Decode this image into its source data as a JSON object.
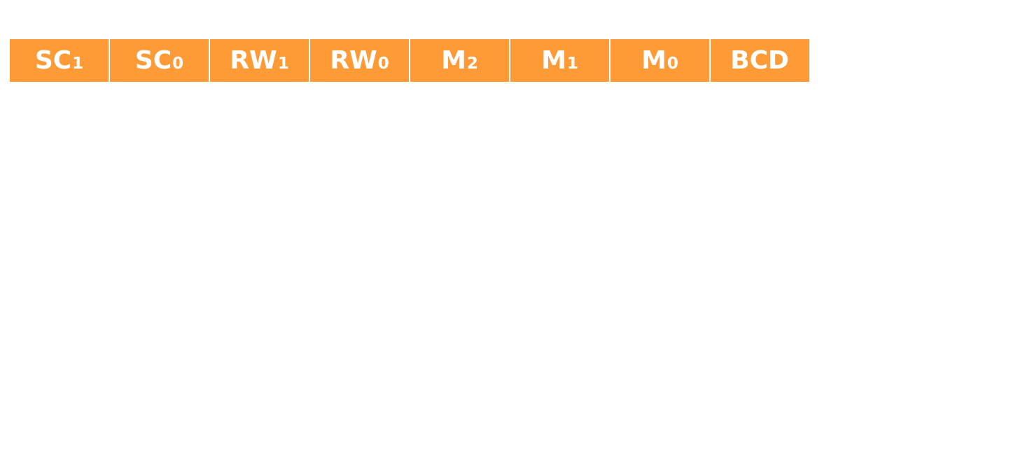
{
  "register": {
    "cell_color": "#FF9B37",
    "text_color": "#FFFFFF",
    "fields": [
      {
        "main": "SC",
        "sub": "1"
      },
      {
        "main": "SC",
        "sub": "0"
      },
      {
        "main": "RW",
        "sub": "1"
      },
      {
        "main": "RW",
        "sub": "0"
      },
      {
        "main": "M",
        "sub": "2"
      },
      {
        "main": "M",
        "sub": "1"
      },
      {
        "main": "M",
        "sub": "0"
      },
      {
        "main": "BCD",
        "sub": ""
      }
    ]
  }
}
